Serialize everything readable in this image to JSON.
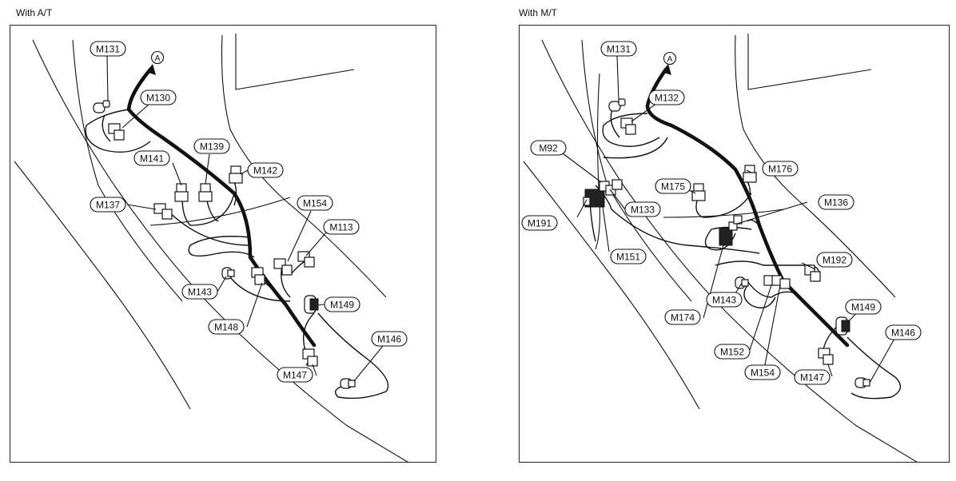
{
  "panels": [
    {
      "caption": "With A/T",
      "marker": "A",
      "labels": [
        "M131",
        "M130",
        "M139",
        "M141",
        "M142",
        "M137",
        "M154",
        "M113",
        "M143",
        "M148",
        "M149",
        "M146",
        "M147"
      ]
    },
    {
      "caption": "With M/T",
      "marker": "A",
      "labels": [
        "M131",
        "M132",
        "M92",
        "M176",
        "M175",
        "M191",
        "M133",
        "M136",
        "M151",
        "M192",
        "M143",
        "M174",
        "M149",
        "M152",
        "M154",
        "M146",
        "M147"
      ]
    }
  ]
}
